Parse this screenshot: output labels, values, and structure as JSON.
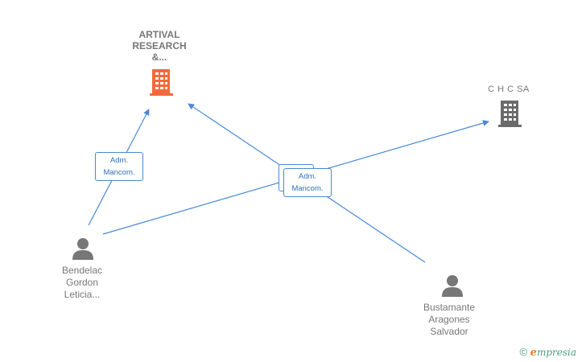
{
  "nodes": {
    "artival": {
      "label_lines": [
        "ARTIVAL",
        "RESEARCH",
        "&..."
      ],
      "icon": "building-icon",
      "color": "#f26a3a"
    },
    "chc": {
      "label": "C H C SA",
      "icon": "building-icon",
      "color": "#6b6b6b"
    },
    "bendelac": {
      "label_lines": [
        "Bendelac",
        "Gordon",
        "Leticia..."
      ],
      "icon": "person-icon",
      "color": "#777777"
    },
    "bustamante": {
      "label_lines": [
        "Bustamante",
        "Aragones",
        "Salvador"
      ],
      "icon": "person-icon",
      "color": "#777777"
    }
  },
  "relations": {
    "left": {
      "lines": [
        "Adm.",
        "Mancom."
      ]
    },
    "center": {
      "lines": [
        "Adm.",
        "Mancom."
      ]
    }
  },
  "edge_color": "#4a89d6",
  "footer": {
    "copyright_symbol": "©",
    "brand_initial": "e",
    "brand_rest": "mpresia"
  }
}
